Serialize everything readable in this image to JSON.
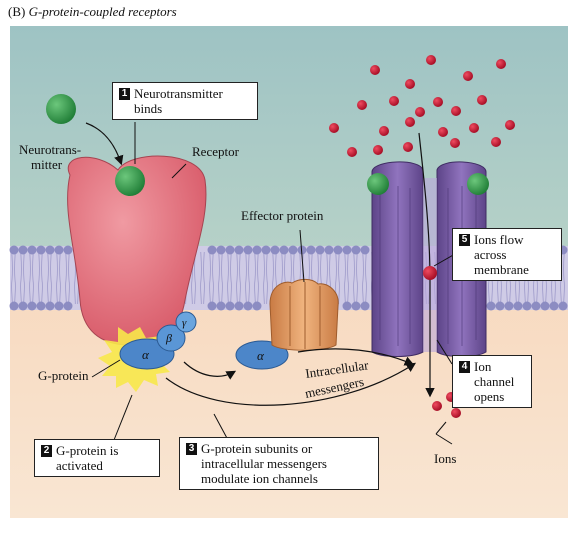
{
  "panel_title": "(B) G-protein-coupled receptors",
  "panel_letter": "(B)",
  "panel_name": "G-protein-coupled receptors",
  "labels": {
    "neurotransmitter": "Neurotrans-\nmitter",
    "neurotransmitter_line1": "Neurotrans-",
    "neurotransmitter_line2": "mitter",
    "receptor": "Receptor",
    "effector_protein": "Effector protein",
    "g_protein": "G-protein",
    "alpha": "α",
    "beta": "β",
    "gamma": "γ",
    "alpha_free": "α",
    "intracellular": "Intracellular",
    "messengers": "messengers",
    "ions": "Ions"
  },
  "steps": [
    {
      "number": "1",
      "lines": [
        "Neurotransmitter",
        "binds"
      ]
    },
    {
      "number": "2",
      "lines": [
        "G-protein is",
        "activated"
      ]
    },
    {
      "number": "3",
      "lines": [
        "G-protein subunits or",
        "intracellular messengers",
        "modulate ion channels"
      ]
    },
    {
      "number": "4",
      "lines": [
        "Ion",
        "channel",
        "opens"
      ]
    },
    {
      "number": "5",
      "lines": [
        "Ions flow",
        "across",
        "membrane"
      ]
    }
  ],
  "colors": {
    "extracellular": "#a9c9c6",
    "cytoplasm": "#f5dcc4",
    "membrane_heads": "#8e8fc0",
    "membrane_tails": "#c9c6e0",
    "receptor": "#e36b77",
    "neurotransmitter": "#2e9a45",
    "g_protein": "#4f8fd0",
    "effector": "#e3a06a",
    "channel": "#7d5ea8",
    "ion": "#c8102e"
  }
}
